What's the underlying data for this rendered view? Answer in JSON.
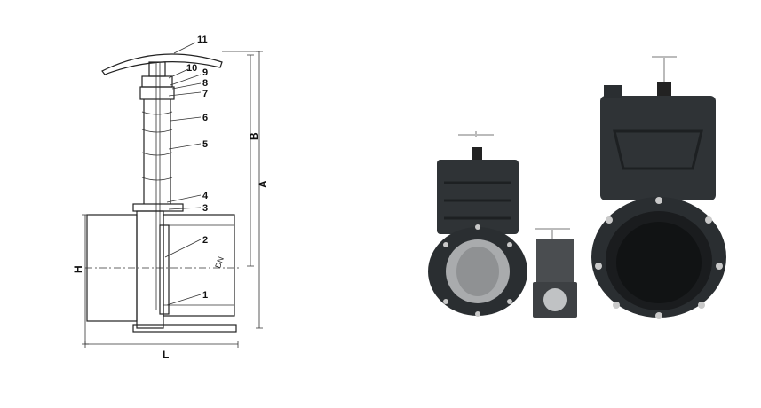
{
  "drawing": {
    "callouts": [
      "11",
      "10",
      "9",
      "8",
      "7",
      "6",
      "5",
      "4",
      "3",
      "2",
      "1"
    ],
    "dimensions": {
      "height_overall": "H",
      "length": "L",
      "a": "A",
      "b": "B",
      "dn": "DN"
    }
  },
  "photo": {
    "colors": {
      "body": "#2f3336",
      "body_dark": "#1d2022",
      "bolt": "#c9c9c9",
      "bore": "#a9abad"
    },
    "valves": [
      "medium",
      "small",
      "large"
    ]
  }
}
